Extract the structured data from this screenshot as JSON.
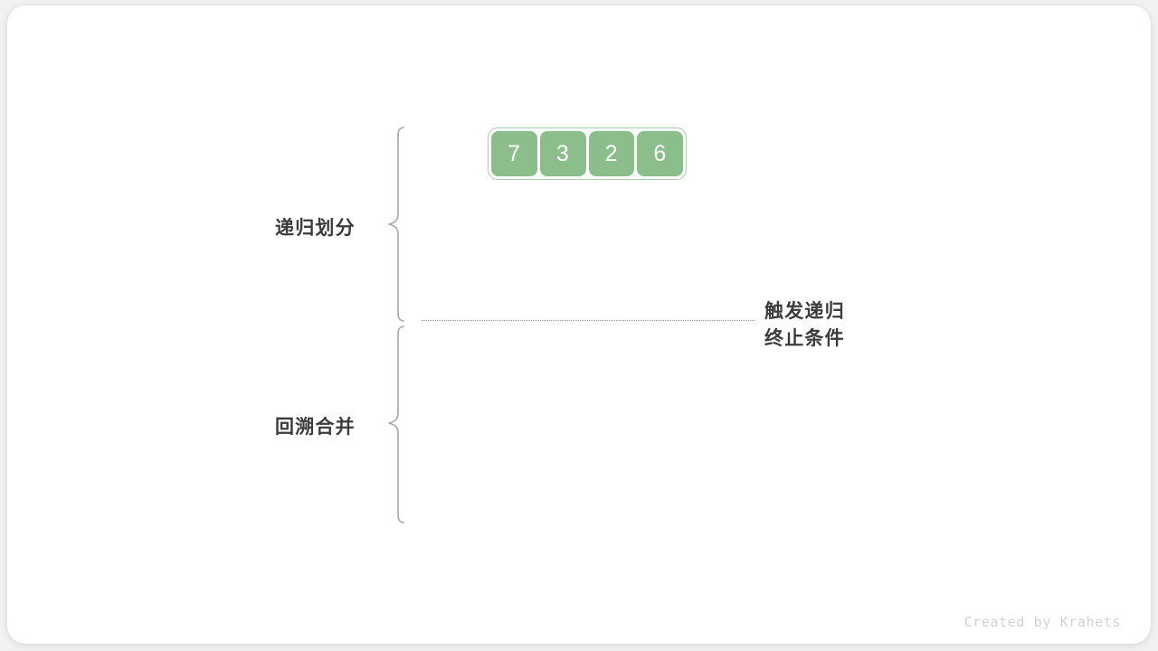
{
  "figure": {
    "background_color": "#f2f2f2",
    "card_color": "#ffffff",
    "accent_color": "#8cbe8c",
    "accent_border_color": "#a9cfa9",
    "text_color": "#3b3b3b",
    "line_color": "#9b9b9b"
  },
  "array": {
    "name": "input-array",
    "values": [
      "7",
      "3",
      "2",
      "6"
    ]
  },
  "groups": {
    "divide_label": "递归划分",
    "merge_label": "回溯合并"
  },
  "annotation": {
    "line1": "触发递归",
    "line2": "终止条件"
  },
  "watermark": {
    "text": "Created by Krahets"
  }
}
